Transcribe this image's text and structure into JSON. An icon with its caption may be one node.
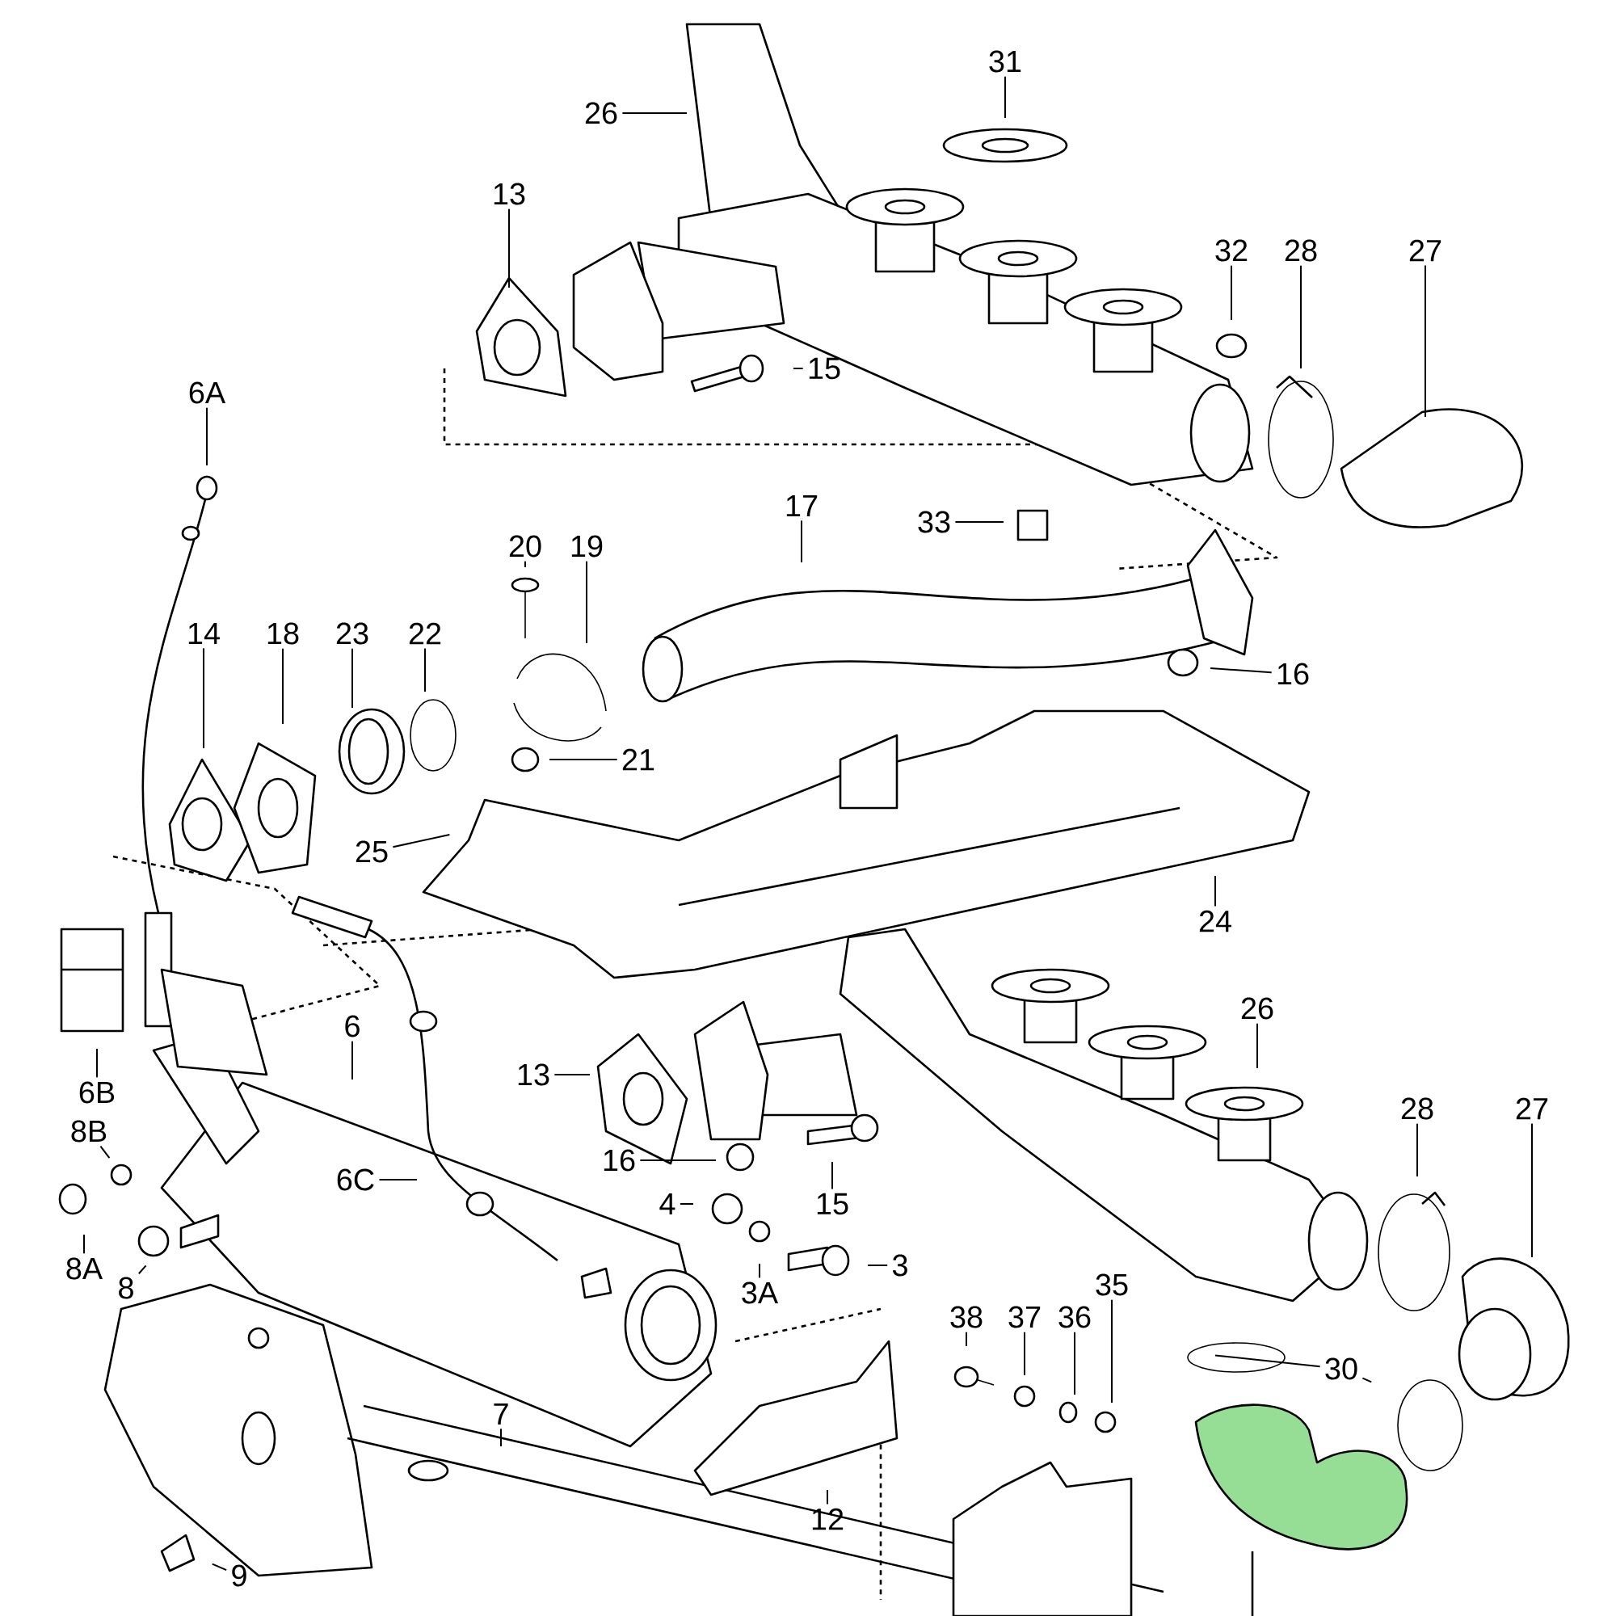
{
  "diagram": {
    "nodes": [
      {
        "text": [
          "26"
        ]
      },
      {
        "text": [
          "31"
        ]
      },
      {
        "text": [
          "13"
        ]
      },
      {
        "text": [
          "32"
        ]
      },
      {
        "text": [
          "28"
        ]
      },
      {
        "text": [
          "27"
        ]
      },
      {
        "text": [
          "15"
        ]
      },
      {
        "text": [
          "6A"
        ]
      },
      {
        "text": [
          "17"
        ]
      },
      {
        "text": [
          "33"
        ]
      },
      {
        "text": [
          "20"
        ]
      },
      {
        "text": [
          "19"
        ]
      },
      {
        "text": [
          "14"
        ]
      },
      {
        "text": [
          "18"
        ]
      },
      {
        "text": [
          "23"
        ]
      },
      {
        "text": [
          "22"
        ]
      },
      {
        "text": [
          "16"
        ]
      },
      {
        "text": [
          "21"
        ]
      },
      {
        "text": [
          "25"
        ]
      },
      {
        "text": [
          "24"
        ]
      },
      {
        "text": [
          "26"
        ]
      },
      {
        "text": [
          "6B"
        ]
      },
      {
        "text": [
          "6"
        ]
      },
      {
        "text": [
          "13"
        ]
      },
      {
        "text": [
          "28"
        ]
      },
      {
        "text": [
          "27"
        ]
      },
      {
        "text": [
          "8B"
        ]
      },
      {
        "text": [
          "16"
        ]
      },
      {
        "text": [
          "15"
        ]
      },
      {
        "text": [
          "6C"
        ]
      },
      {
        "text": [
          "4"
        ]
      },
      {
        "text": [
          "8A"
        ]
      },
      {
        "text": [
          "8"
        ]
      },
      {
        "text": [
          "3"
        ]
      },
      {
        "text": [
          "3A"
        ]
      },
      {
        "text": [
          "38"
        ]
      },
      {
        "text": [
          "37"
        ]
      },
      {
        "text": [
          "36"
        ]
      },
      {
        "text": [
          "35"
        ]
      },
      {
        "text": [
          "30"
        ]
      },
      {
        "text": [
          "12"
        ]
      },
      {
        "text": [
          "7"
        ]
      },
      {
        "text": [
          "9"
        ]
      }
    ],
    "edges": [
      {
        "from": 0,
        "to": null,
        "arrow": "none"
      },
      {
        "from": 1,
        "to": null,
        "arrow": "none"
      },
      {
        "from": 2,
        "to": null,
        "arrow": "none"
      },
      {
        "from": 3,
        "to": null,
        "arrow": "none"
      },
      {
        "from": 4,
        "to": null,
        "arrow": "none"
      },
      {
        "from": 5,
        "to": null,
        "arrow": "none"
      },
      {
        "from": 6,
        "to": null,
        "arrow": "none"
      },
      {
        "from": 7,
        "to": null,
        "arrow": "none"
      },
      {
        "from": 8,
        "to": null,
        "arrow": "none"
      },
      {
        "from": 9,
        "to": null,
        "arrow": "none"
      },
      {
        "from": 10,
        "to": null,
        "arrow": "none"
      },
      {
        "from": 11,
        "to": null,
        "arrow": "none"
      },
      {
        "from": 12,
        "to": null,
        "arrow": "none"
      },
      {
        "from": 13,
        "to": null,
        "arrow": "none"
      },
      {
        "from": 14,
        "to": null,
        "arrow": "none"
      },
      {
        "from": 15,
        "to": null,
        "arrow": "none"
      },
      {
        "from": 16,
        "to": null,
        "arrow": "none"
      },
      {
        "from": 17,
        "to": null,
        "arrow": "none"
      },
      {
        "from": 18,
        "to": null,
        "arrow": "none"
      },
      {
        "from": 19,
        "to": null,
        "arrow": "none"
      },
      {
        "from": 20,
        "to": null,
        "arrow": "none"
      },
      {
        "from": 21,
        "to": null,
        "arrow": "none"
      },
      {
        "from": 22,
        "to": null,
        "arrow": "none"
      },
      {
        "from": 23,
        "to": null,
        "arrow": "none"
      },
      {
        "from": 24,
        "to": null,
        "arrow": "none"
      },
      {
        "from": 25,
        "to": null,
        "arrow": "none"
      },
      {
        "from": 26,
        "to": null,
        "arrow": "none"
      },
      {
        "from": 27,
        "to": null,
        "arrow": "none"
      },
      {
        "from": 28,
        "to": null,
        "arrow": "none"
      },
      {
        "from": 29,
        "to": null,
        "arrow": "none"
      },
      {
        "from": 30,
        "to": null,
        "arrow": "none"
      },
      {
        "from": 31,
        "to": null,
        "arrow": "none"
      },
      {
        "from": 32,
        "to": null,
        "arrow": "none"
      },
      {
        "from": 33,
        "to": null,
        "arrow": "none"
      },
      {
        "from": 34,
        "to": null,
        "arrow": "none"
      },
      {
        "from": 35,
        "to": null,
        "arrow": "none"
      },
      {
        "from": 36,
        "to": null,
        "arrow": "none"
      },
      {
        "from": 37,
        "to": null,
        "arrow": "none"
      },
      {
        "from": 38,
        "to": null,
        "arrow": "none"
      },
      {
        "from": 39,
        "to": null,
        "arrow": "none"
      },
      {
        "from": 39,
        "to": null,
        "arrow": "none"
      },
      {
        "from": 40,
        "to": null,
        "arrow": "none"
      },
      {
        "from": 41,
        "to": null,
        "arrow": "none"
      },
      {
        "from": 42,
        "to": null,
        "arrow": "none"
      }
    ]
  }
}
